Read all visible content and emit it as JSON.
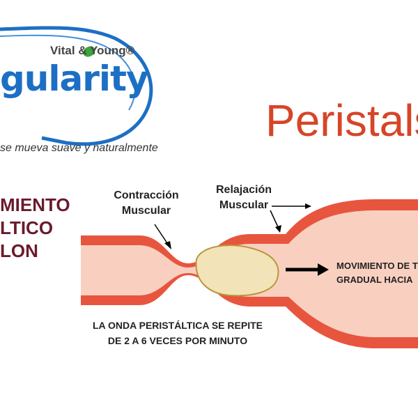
{
  "logo": {
    "vital_young": "Vital & Young®",
    "brand": "gularity",
    "tagline": "se mueva suave y naturalmente",
    "colors": {
      "blue": "#1d6fc4",
      "green": "#3aa53a"
    }
  },
  "title": "Peristals",
  "side_title": {
    "line1": "MIENTO",
    "line2": "LTICO",
    "line3": "LON"
  },
  "diagram": {
    "contraction_label": "Contracción\nMuscular",
    "relaxation_label": "Relajación\nMuscular",
    "movement_label_line1": "MOVIMIENTO DE T",
    "movement_label_line2": "GRADUAL HACIA",
    "wave_label_line1": "LA ONDA PERISTÁLTICA SE REPITE",
    "wave_label_line2": "DE 2 A 6 VECES POR MINUTO",
    "colors": {
      "wall": "#e8553f",
      "lumen": "#f9d0c0",
      "bolus": "#f3e3b8",
      "bolus_edge": "#b9963a"
    }
  }
}
